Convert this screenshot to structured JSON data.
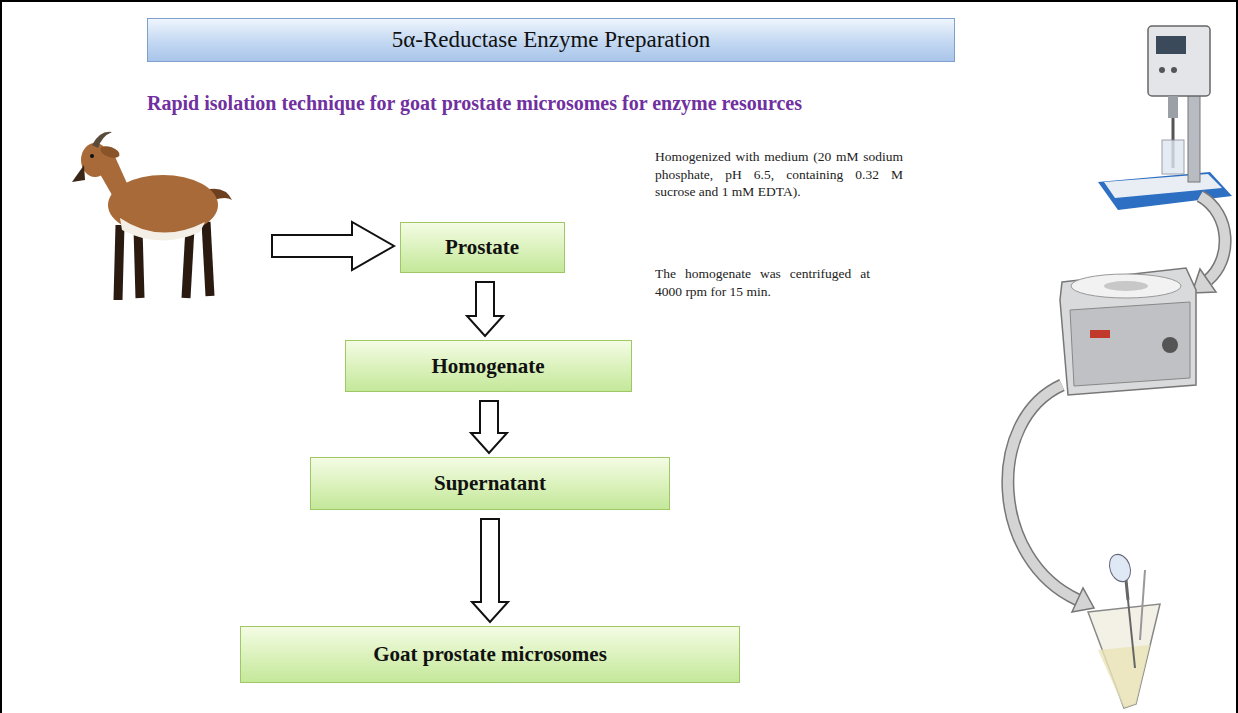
{
  "diagram": {
    "title": "5α-Reductase Enzyme Preparation",
    "nodes": [
      {
        "text": [
          "Prostate"
        ]
      },
      {
        "text": [
          "Homogenate"
        ]
      },
      {
        "text": [
          "Supernatant"
        ]
      },
      {
        "text": [
          "Goat prostate microsomes"
        ]
      }
    ],
    "edges": [
      {
        "from": 0,
        "to": 1,
        "arrow": "to"
      },
      {
        "from": 1,
        "to": 2,
        "arrow": "to"
      },
      {
        "from": 2,
        "to": 3,
        "arrow": "to"
      }
    ],
    "labels": [
      "Rapid isolation technique for goat prostate microsomes for enzyme resources",
      "Homogenized with medium (20 mM sodium phosphate, pH 6.5, containing 0.32 M sucrose and 1 mM EDTA).",
      "The homogenate was centrifuged at 4000 rpm for 15 min."
    ]
  }
}
